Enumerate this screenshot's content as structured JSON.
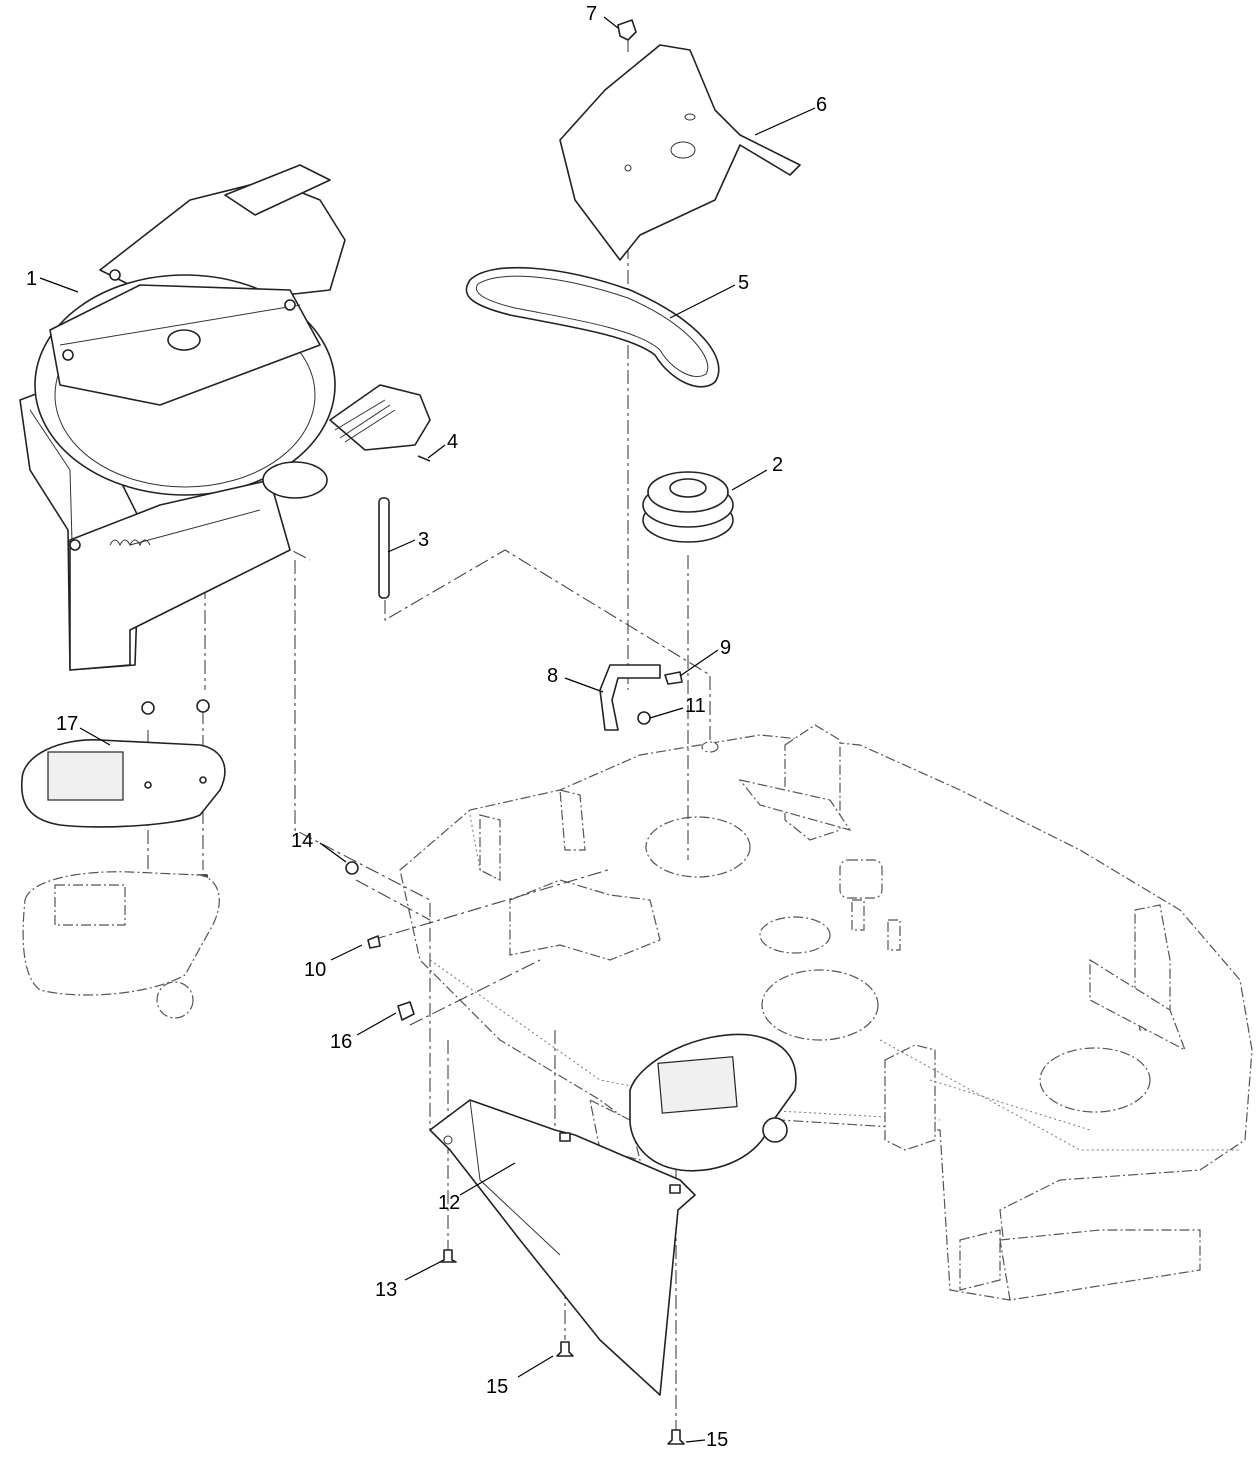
{
  "callouts": [
    {
      "id": "1",
      "label": "1"
    },
    {
      "id": "2",
      "label": "2"
    },
    {
      "id": "3",
      "label": "3"
    },
    {
      "id": "4",
      "label": "4"
    },
    {
      "id": "5",
      "label": "5"
    },
    {
      "id": "6",
      "label": "6"
    },
    {
      "id": "7",
      "label": "7"
    },
    {
      "id": "8",
      "label": "8"
    },
    {
      "id": "9",
      "label": "9"
    },
    {
      "id": "10",
      "label": "10"
    },
    {
      "id": "11",
      "label": "11"
    },
    {
      "id": "12",
      "label": "12"
    },
    {
      "id": "13",
      "label": "13"
    },
    {
      "id": "14",
      "label": "14"
    },
    {
      "id": "15a",
      "label": "15"
    },
    {
      "id": "15b",
      "label": "15"
    },
    {
      "id": "16",
      "label": "16"
    },
    {
      "id": "17",
      "label": "17"
    }
  ]
}
